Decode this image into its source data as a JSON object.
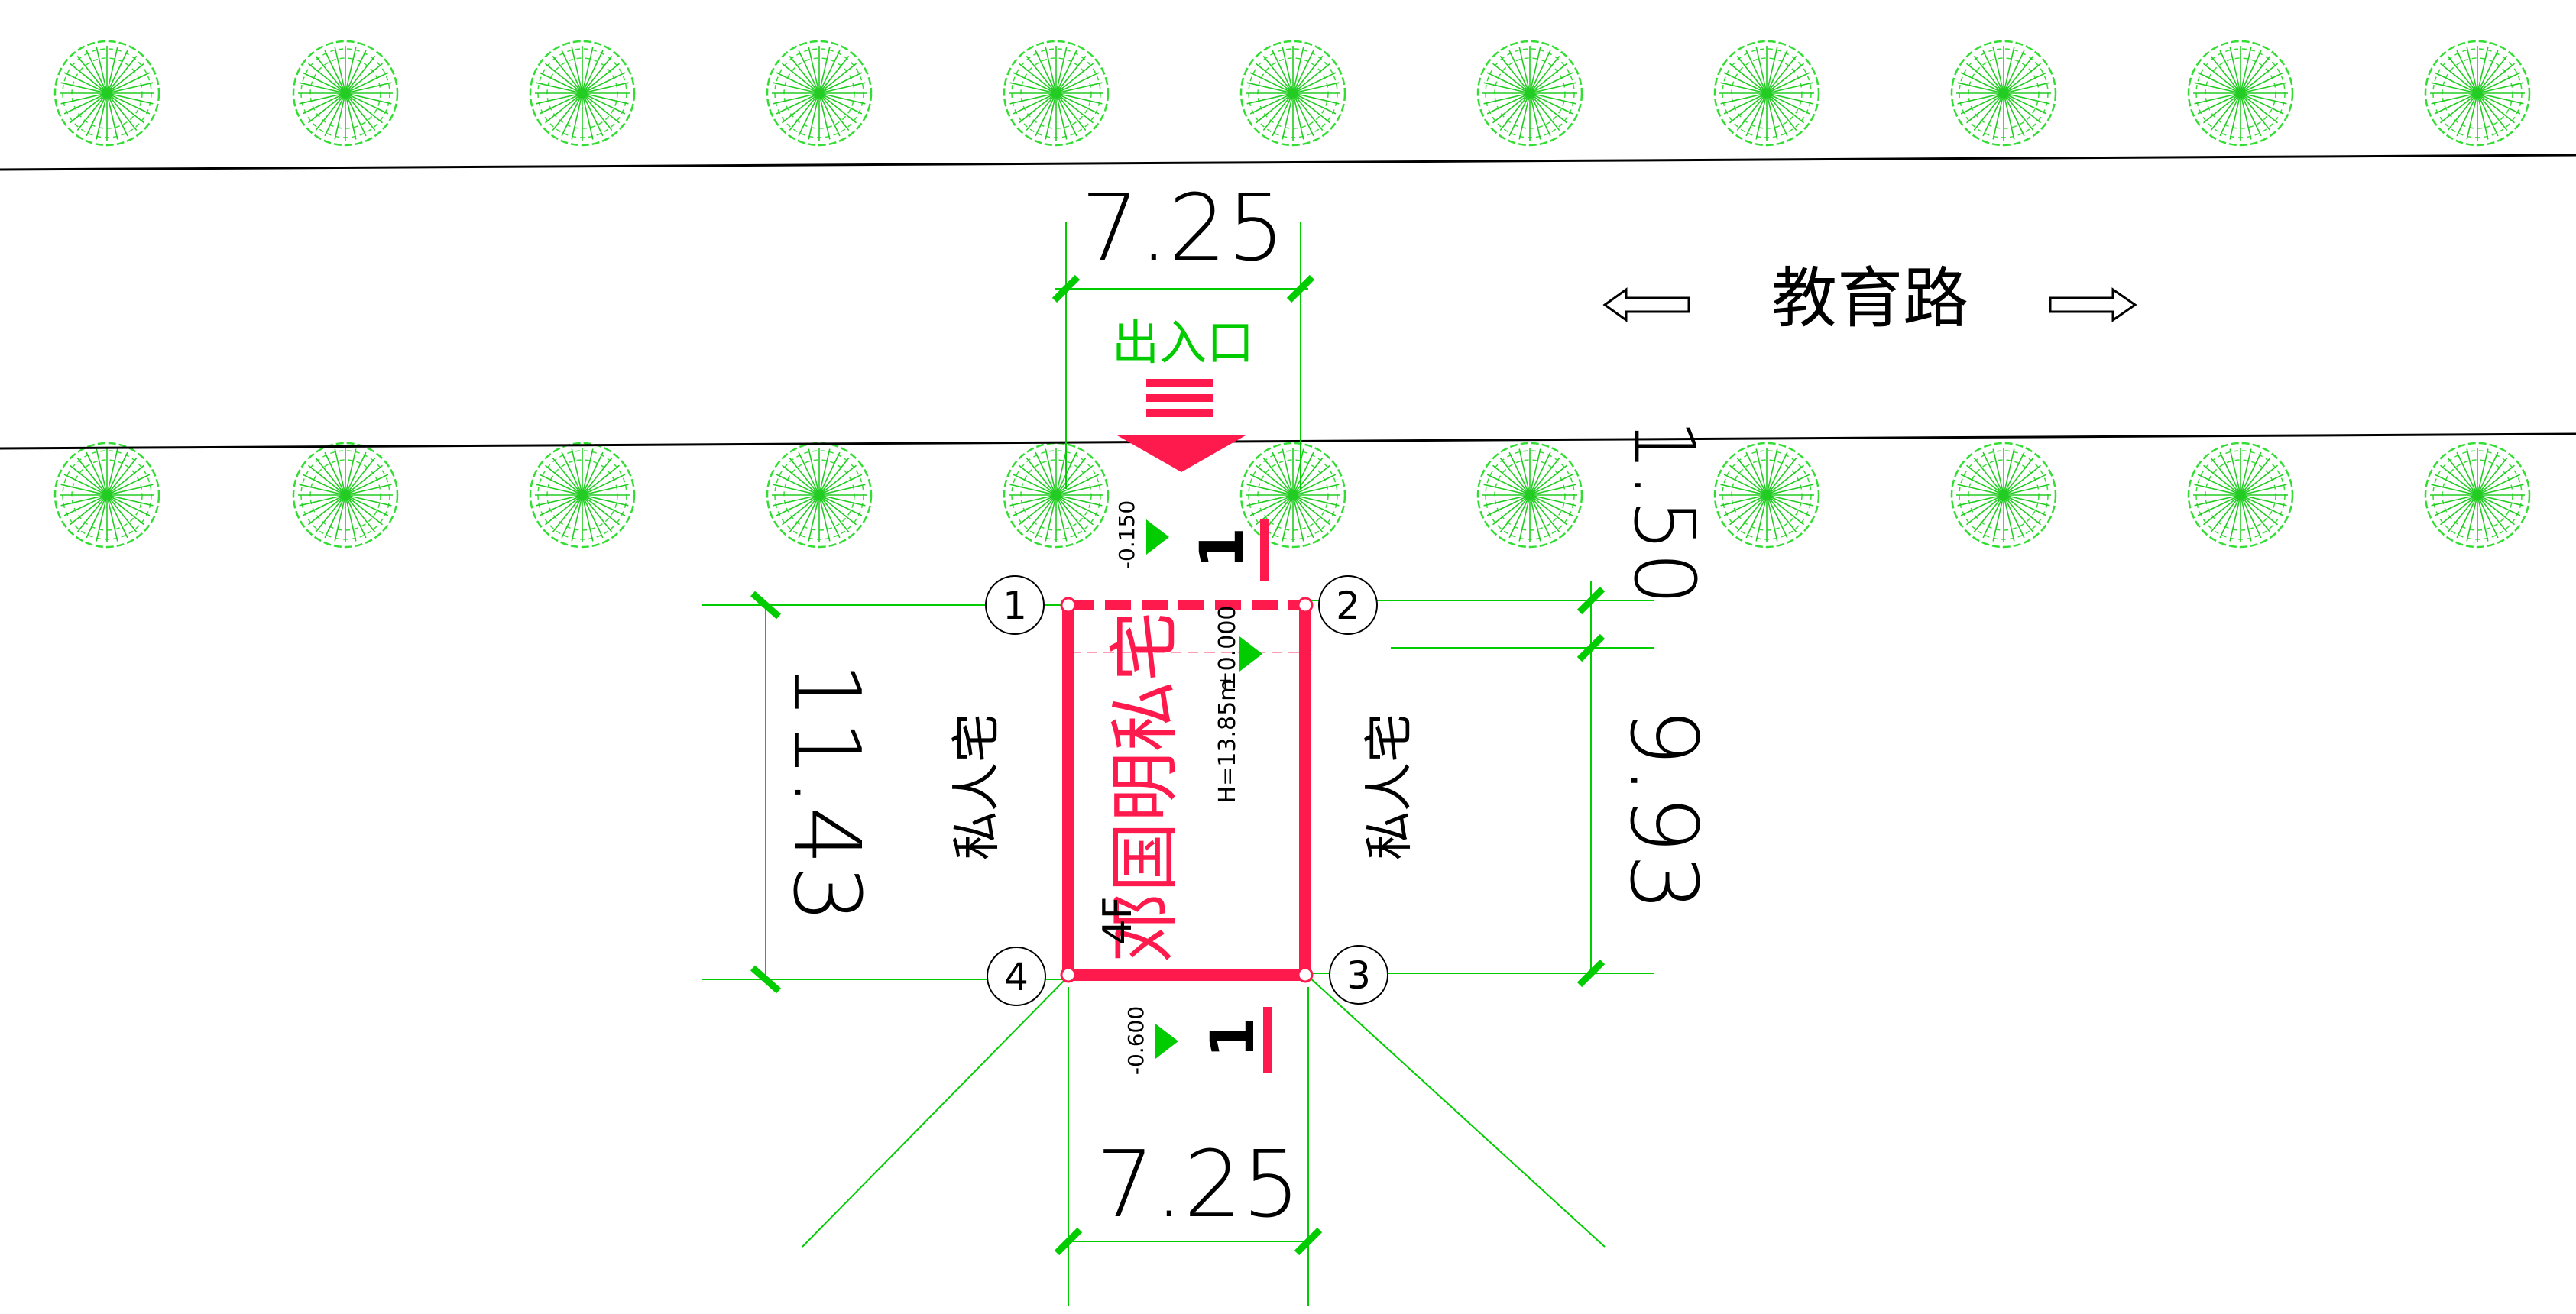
{
  "road": {
    "label": "教育路"
  },
  "entrance": {
    "label": "出入口"
  },
  "building": {
    "owner_label": "邓国明私宅",
    "floors": "4F",
    "height": "H=13.85m",
    "floor_level": "±0.000"
  },
  "neighbors": {
    "left": "私人宅",
    "right": "私人宅"
  },
  "levels": {
    "top": "-0.150",
    "bottom": "-0.600"
  },
  "section_marks": {
    "top": "1",
    "bottom": "1"
  },
  "dimensions": {
    "top_width": "7.25",
    "bottom_width": "7.25",
    "left_depth": "11.43",
    "right_depth": "9.93",
    "setback": "1.50"
  },
  "axes": [
    "1",
    "2",
    "3",
    "4"
  ],
  "colors": {
    "building": "#ff1a4d",
    "dimension": "#00cc00",
    "tree": "#22cc22",
    "text": "#000000"
  },
  "icons": [
    "tree-icon",
    "double-arrow-left-icon",
    "double-arrow-right-icon",
    "entrance-arrow-icon",
    "level-triangle-icon"
  ]
}
